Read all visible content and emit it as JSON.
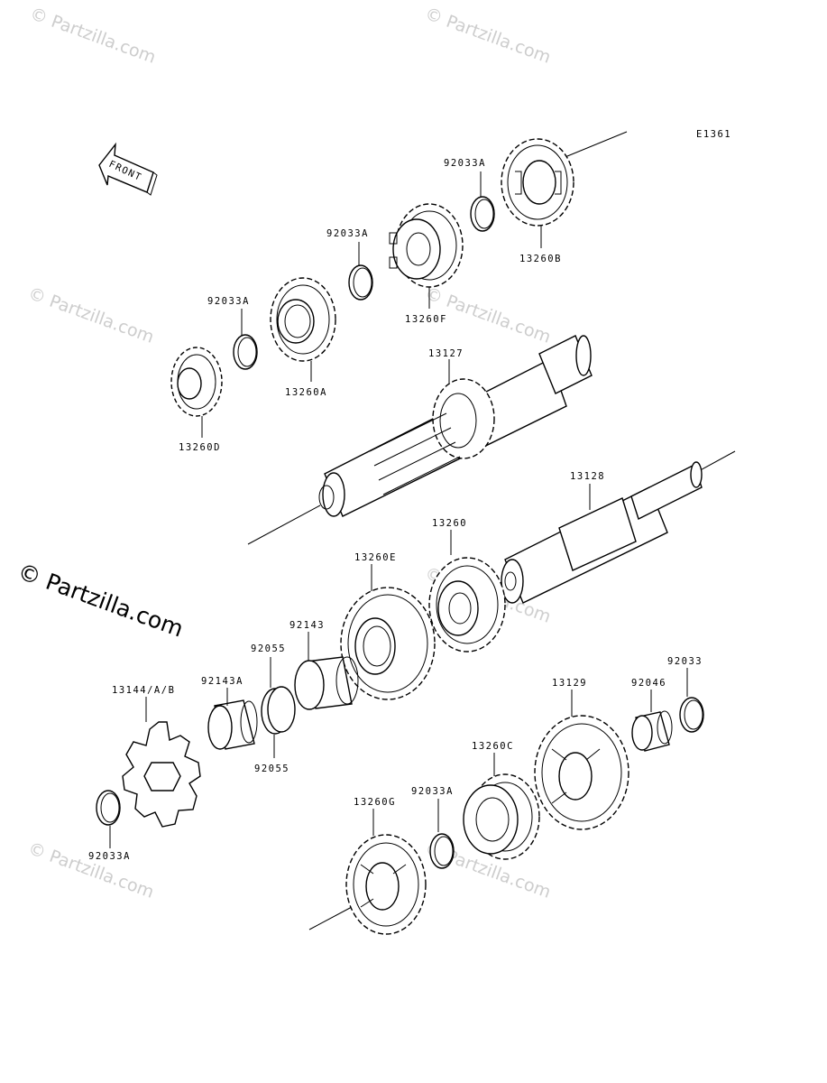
{
  "diagram_code": "E1361",
  "front_label": "FRONT",
  "watermark_text": "© Partzilla.com",
  "parts": {
    "p92033A_top": "92033A",
    "p13260B": "13260B",
    "p92033A_mid": "92033A",
    "p13260F": "13260F",
    "p92033A_left": "92033A",
    "p13260A": "13260A",
    "p13260D": "13260D",
    "p13127": "13127",
    "p13128": "13128",
    "p13260": "13260",
    "p13260E": "13260E",
    "p92143": "92143",
    "p92055_top": "92055",
    "p92143A": "92143A",
    "p92055_bottom": "92055",
    "p13144": "13144/A/B",
    "p92033A_low": "92033A",
    "p13129": "13129",
    "p92046": "92046",
    "p92033": "92033",
    "p13260C": "13260C",
    "p92033A_lower": "92033A",
    "p13260G": "13260G"
  },
  "colors": {
    "ink": "#000000",
    "watermark": "#c8c8c8",
    "background": "#ffffff"
  }
}
